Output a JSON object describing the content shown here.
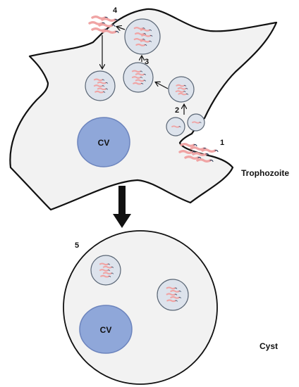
{
  "labels": {
    "step1": "1",
    "step2": "2",
    "step3": "3",
    "step4": "4",
    "step5": "5",
    "trophozoite": "Trophozoite",
    "cyst": "Cyst",
    "cv_trophozoite": "CV",
    "cv_cyst": "CV"
  },
  "colors": {
    "cell_fill": "#f2f2f2",
    "outline": "#111111",
    "vacuole_fill": "#8fa7d9",
    "vacuole_stroke": "#6c84bd",
    "vesicle_fill": "#dde3ec",
    "vesicle_stroke": "#5a6675",
    "bacterium": "#f0a4a4",
    "flagellum": "#2c3e5c"
  }
}
